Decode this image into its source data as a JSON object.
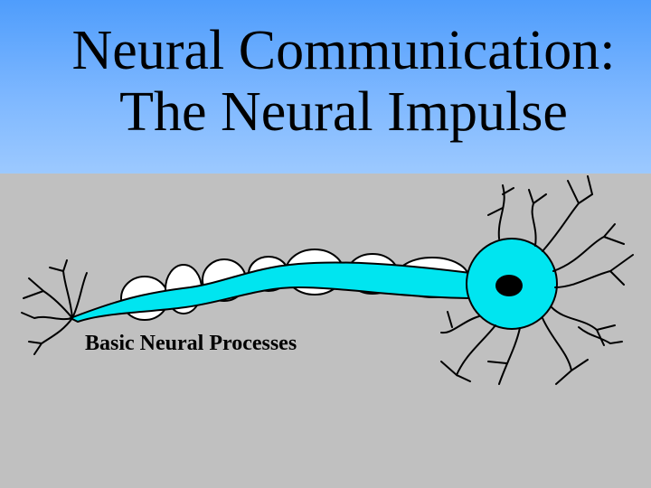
{
  "slide": {
    "title_line1": "Neural Communication:",
    "title_line2": "The Neural Impulse"
  },
  "diagram": {
    "label": "Basic Neural Processes"
  },
  "colors": {
    "title_band": "#6aaefc",
    "background": "#c0c0c0",
    "axon": "#00e5f0",
    "myelin": "#ffffff",
    "nucleus": "#000000"
  }
}
